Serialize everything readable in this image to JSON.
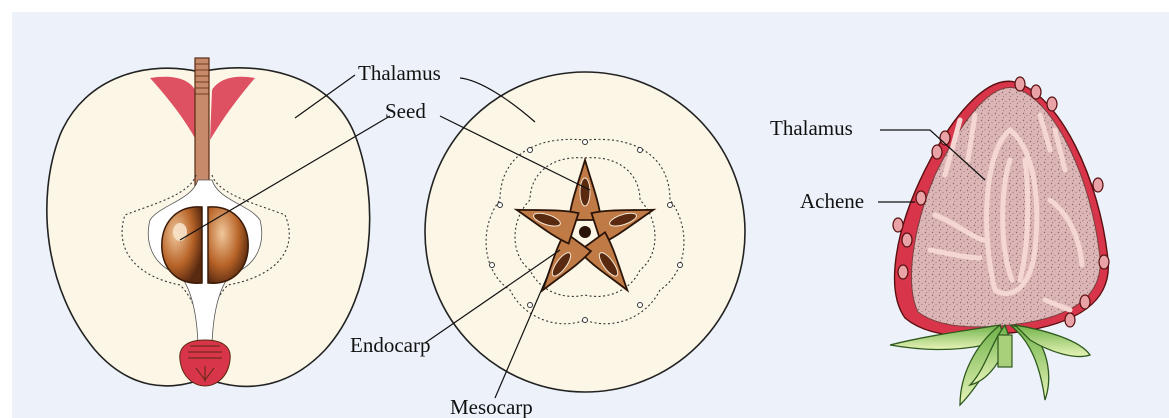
{
  "figure": {
    "apple_longitudinal": {
      "labels": {
        "thalamus": "Thalamus",
        "seed": "Seed"
      }
    },
    "apple_transverse": {
      "labels": {
        "endocarp": "Endocarp",
        "mesocarp": "Mesocarp"
      }
    },
    "strawberry": {
      "labels": {
        "thalamus": "Thalamus",
        "achene": "Achene"
      }
    }
  },
  "colors": {
    "background": "#edf2fa",
    "flesh": "#fbf6e6",
    "skin_red": "#d8344a",
    "seed_brown": "#a8561f",
    "strawberry_flesh": "#d9b4b4",
    "leaf_green": "#9fd06a"
  }
}
